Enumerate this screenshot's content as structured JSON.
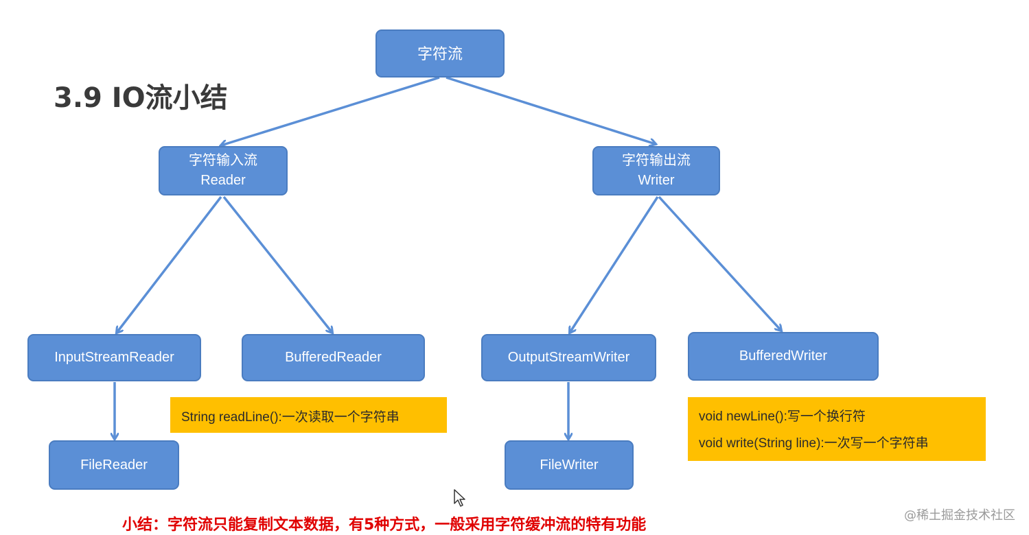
{
  "title": "3.9 IO流小结",
  "nodes": {
    "root": {
      "label": "字符流"
    },
    "reader": {
      "label_cn": "字符输入流",
      "label_en": "Reader"
    },
    "writer": {
      "label_cn": "字符输出流",
      "label_en": "Writer"
    },
    "input_stream_reader": {
      "label": "InputStreamReader"
    },
    "buffered_reader": {
      "label": "BufferedReader"
    },
    "output_stream_writer": {
      "label": "OutputStreamWriter"
    },
    "buffered_writer": {
      "label": "BufferedWriter"
    },
    "file_reader": {
      "label": "FileReader"
    },
    "file_writer": {
      "label": "FileWriter"
    }
  },
  "notes": {
    "buffered_reader": [
      "String readLine():一次读取一个字符串"
    ],
    "buffered_writer": [
      "void newLine():写一个换行符",
      "void write(String line):一次写一个字符串"
    ]
  },
  "summary": "小结：字符流只能复制文本数据，有5种方式，一般采用字符缓冲流的特有功能",
  "watermark": "@稀土掘金技术社区",
  "colors": {
    "node_fill": "#5b8fd6",
    "edge": "#5b8fd6",
    "note_fill": "#ffbf00",
    "summary_text": "#e00000"
  }
}
